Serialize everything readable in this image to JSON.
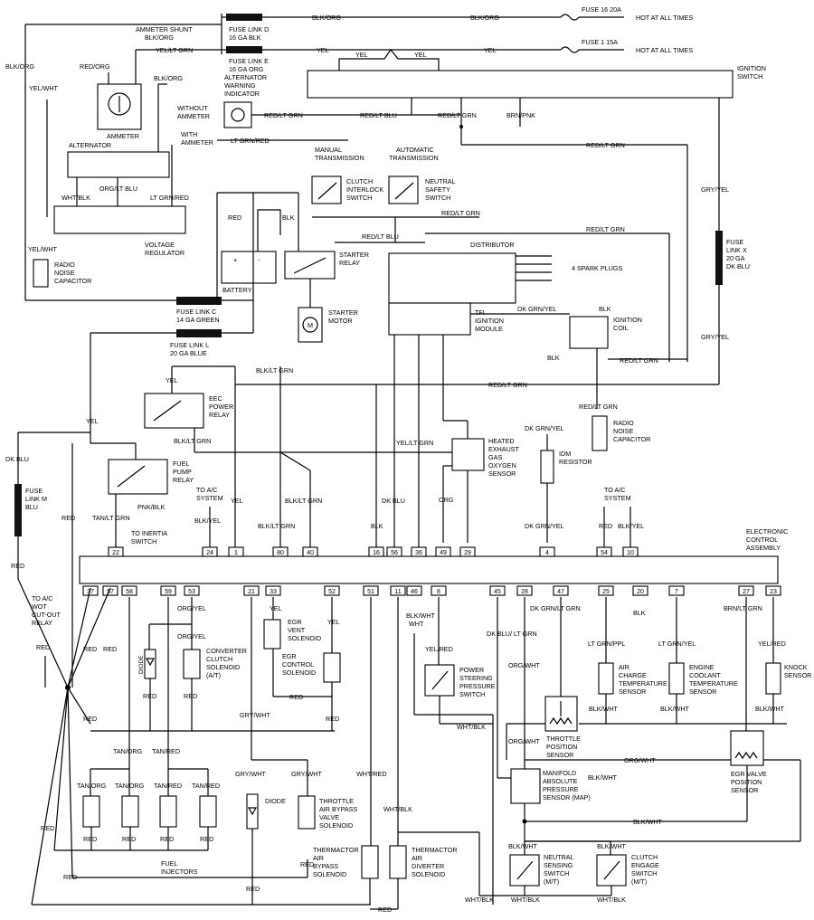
{
  "wires": {
    "blk_org": "BLK/ORG",
    "yel": "YEL",
    "yel_lt_grn": "YEL/LT GRN",
    "yel_wht": "YEL/WHT",
    "red_org": "RED/ORG",
    "red_lt_grn": "RED/LT GRN",
    "red_lt_blu": "RED/LT BLU",
    "lt_grn_red": "LT GRN/RED",
    "brn_pnk": "BRN/PNK",
    "wht_blk": "WHT/BLK",
    "org_lt_blu": "ORG/LT BLU",
    "red": "RED",
    "blk": "BLK",
    "gry_yel": "GRY/YEL",
    "dk_grn_yel": "DK GRN/YEL",
    "blk_lt_grn": "BLK/LT GRN",
    "yel_lt_grn2": "YEL/LT GRN",
    "dk_blu": "DK BLU",
    "org": "ORG",
    "tan_lt_grn": "TAN/LT GRN",
    "pnk_blk": "PNK/BLK",
    "blk_yel": "BLK/YEL",
    "org_yel": "ORG/YEL",
    "gry_wht": "GRY/WHT",
    "tan_org": "TAN/ORG",
    "tan_red": "TAN/RED",
    "wht_red": "WHT/RED",
    "blk_wht": "BLK/WHT",
    "yel_red": "YEL/RED",
    "dk_blu_lt_grn": "DK BLU/ LT GRN",
    "org_wht": "ORG/WHT",
    "dk_grn_lt_grn": "DK GRN/LT GRN",
    "lt_grn_ppl": "LT GRN/PPL",
    "lt_grn_yel": "LT GRN/YEL",
    "brn_lt_grn": "BRN/LT GRN"
  },
  "labels": {
    "ammeter_shunt": "AMMETER SHUNT",
    "fuse_link_d": "FUSE LINK D",
    "fuse_link_d_ga": "16 GA BLK",
    "fuse_link_e": "FUSE LINK E",
    "fuse_link_e_ga": "16 GA ORG",
    "alt_warn_1": "ALTERNATOR",
    "alt_warn_2": "WARNING",
    "alt_warn_3": "INDICATOR",
    "fuse_16": "FUSE 16 20A",
    "fuse_1": "FUSE 1 15A",
    "hot_all_times": "HOT AT ALL TIMES",
    "ignition_switch_1": "IGNITION",
    "ignition_switch_2": "SWITCH",
    "ammeter": "AMMETER",
    "without_ammeter_1": "WITHOUT",
    "without_ammeter_2": "AMMETER",
    "with_ammeter_1": "WITH",
    "with_ammeter_2": "AMMETER",
    "alternator": "ALTERNATOR",
    "manual_trans_1": "MANUAL",
    "manual_trans_2": "TRANSMISSION",
    "auto_trans_1": "AUTOMATIC",
    "auto_trans_2": "TRANSMISSION",
    "clutch_interlock_1": "CLUTCH",
    "clutch_interlock_2": "INTERLOCK",
    "clutch_interlock_3": "SWITCH",
    "neutral_safety_1": "NEUTRAL",
    "neutral_safety_2": "SAFETY",
    "neutral_safety_3": "SWITCH",
    "voltage_reg_1": "VOLTAGE",
    "voltage_reg_2": "REGULATOR",
    "radio_noise_1": "RADIO",
    "radio_noise_2": "NOISE",
    "radio_noise_3": "CAPACITOR",
    "battery": "BATTERY",
    "starter_relay_1": "STARTER",
    "starter_relay_2": "RELAY",
    "starter_motor_1": "STARTER",
    "starter_motor_2": "MOTOR",
    "distributor": "DISTRIBUTOR",
    "spark_plugs": "4 SPARK PLUGS",
    "tfi_1": "TFI",
    "tfi_2": "IGNITION",
    "tfi_3": "MODULE",
    "ign_coil_1": "IGNITION",
    "ign_coil_2": "COIL",
    "fuse_link_x_1": "FUSE",
    "fuse_link_x_2": "LINK X",
    "fuse_link_x_3": "20 GA",
    "fuse_link_x_4": "DK BLU",
    "fuse_link_c_1": "FUSE LINK C",
    "fuse_link_c_2": "14 GA GREEN",
    "fuse_link_l_1": "FUSE LINK L",
    "fuse_link_l_2": "20 GA BLUE",
    "eec_relay_1": "EEC",
    "eec_relay_2": "POWER",
    "eec_relay_3": "RELAY",
    "fuel_pump_1": "FUEL",
    "fuel_pump_2": "PUMP",
    "fuel_pump_3": "RELAY",
    "fuse_link_m_1": "FUSE",
    "fuse_link_m_2": "LINK M",
    "fuse_link_m_3": "BLU",
    "heated_o2_1": "HEATED",
    "heated_o2_2": "EXHAUST",
    "heated_o2_3": "GAS",
    "heated_o2_4": "OXYGEN",
    "heated_o2_5": "SENSOR",
    "idm_1": "IDM",
    "idm_2": "RESISTOR",
    "to_ac_system_1": "TO A/C",
    "to_ac_system_2": "SYSTEM",
    "to_inertia_1": "TO INERTIA",
    "to_inertia_2": "SWITCH",
    "eca_1": "ELECTRONIC",
    "eca_2": "CONTROL",
    "eca_3": "ASSEMBLY",
    "ac_cutout_1": "TO A/C",
    "ac_cutout_2": "WOT",
    "ac_cutout_3": "CUT-OUT",
    "ac_cutout_4": "RELAY",
    "diode": "DIODE",
    "converter_1": "CONVERTER",
    "converter_2": "CLUTCH",
    "converter_3": "SOLENOID",
    "converter_4": "(A/T)",
    "egr_vent_1": "EGR",
    "egr_vent_2": "VENT",
    "egr_vent_3": "SOLENOID",
    "egr_control_1": "EGR",
    "egr_control_2": "CONTROL",
    "egr_control_3": "SOLENOID",
    "power_steering_1": "POWER",
    "power_steering_2": "STEERING",
    "power_steering_3": "PRESSURE",
    "power_steering_4": "SWITCH",
    "air_charge_1": "AIR",
    "air_charge_2": "CHARGE",
    "air_charge_3": "TEMPERATURE",
    "air_charge_4": "SENSOR",
    "ect_1": "ENGINE",
    "ect_2": "COOLANT",
    "ect_3": "TEMPERATURE",
    "ect_4": "SENSOR",
    "knock_1": "KNOCK",
    "knock_2": "SENSOR",
    "tps_1": "THROTTLE",
    "tps_2": "POSITION",
    "tps_3": "SENSOR",
    "egr_valve_1": "EGR VALVE",
    "egr_valve_2": "POSITION",
    "egr_valve_3": "SENSOR",
    "map_1": "MANIFOLD",
    "map_2": "ABSOLUTE",
    "map_3": "PRESSURE",
    "map_4": "SENSOR (MAP)",
    "fuel_injectors_1": "FUEL",
    "fuel_injectors_2": "INJECTORS",
    "tab_1": "THROTTLE",
    "tab_2": "AIR BYPASS",
    "tab_3": "VALVE",
    "tab_4": "SOLENOID",
    "therm_bypass_1": "THERMACTOR",
    "therm_bypass_2": "AIR",
    "therm_bypass_3": "BYPASS",
    "therm_bypass_4": "SOLENOID",
    "therm_div_1": "THERMACTOR",
    "therm_div_2": "AIR",
    "therm_div_3": "DIVERTER",
    "therm_div_4": "SOLENOID",
    "neutral_sense_1": "NEUTRAL",
    "neutral_sense_2": "SENSING",
    "neutral_sense_3": "SWITCH",
    "neutral_sense_4": "(M/T)",
    "clutch_engage_1": "CLUTCH",
    "clutch_engage_2": "ENGAGE",
    "clutch_engage_3": "SWITCH",
    "clutch_engage_4": "(M/T)"
  },
  "top_pins": [
    "22",
    "24",
    "1",
    "80",
    "40",
    "16",
    "56",
    "36",
    "49",
    "29",
    "4",
    "54",
    "10"
  ],
  "bottom_pins": [
    "37",
    "57",
    "58",
    "59",
    "53",
    "21",
    "33",
    "52",
    "51",
    "11",
    "46",
    "8",
    "45",
    "28",
    "47",
    "25",
    "20",
    "7",
    "27",
    "23"
  ]
}
